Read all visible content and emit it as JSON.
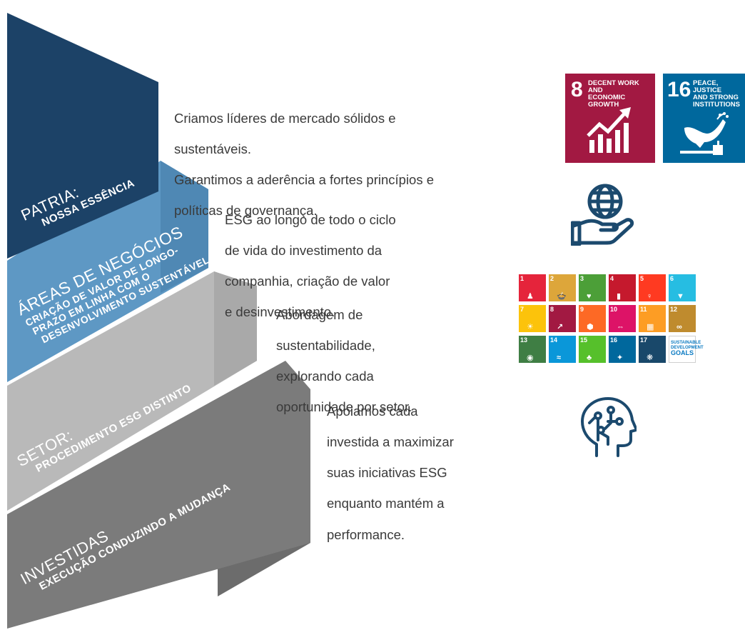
{
  "colors": {
    "tier1": "#1c4267",
    "tier2": "#5e98c4",
    "tier3": "#b9b9b9",
    "tier4": "#7b7b7b",
    "text": "#3a3a3a",
    "sdg8": "#a21942",
    "sdg16": "#00689d",
    "icon": "#1c4a6e"
  },
  "tiers": [
    {
      "title": "PATRIA:",
      "subtitle_lines": [
        "NOSSA ESSÊNCIA"
      ],
      "description_lines": [
        "Criamos líderes de mercado sólidos e",
        "sustentáveis.",
        "Garantimos a aderência a fortes princípios e",
        "políticas de governança."
      ]
    },
    {
      "title": "ÁREAS DE NEGÓCIOS",
      "subtitle_lines": [
        "CRIAÇÃO DE VALOR DE LONGO-",
        "PRAZO EM LINHA COM O",
        "DESENVOLVIMENTO SUSTENTÁVEL"
      ],
      "description_lines": [
        "ESG ao longo de todo o ciclo",
        "de vida do investimento da",
        "companhia, criação de valor",
        "e desinvestimento."
      ]
    },
    {
      "title": "SETOR:",
      "subtitle_lines": [
        "PROCEDIMENTO ESG DISTINTO"
      ],
      "description_lines": [
        "Abordagem de",
        "sustentabilidade,",
        "explorando cada",
        "oportunidade por setor."
      ]
    },
    {
      "title": "INVESTIDAS",
      "subtitle_lines": [
        "EXECUÇÃO CONDUZINDO A MUDANÇA"
      ],
      "description_lines": [
        "Apoiamos cada",
        "investida a maximizar",
        "suas iniciativas ESG",
        "enquanto mantém a",
        "performance."
      ]
    }
  ],
  "sdg_badges": [
    {
      "number": "8",
      "title_lines": [
        "DECENT WORK AND",
        "ECONOMIC GROWTH"
      ],
      "icon": "chart-growth-icon"
    },
    {
      "number": "16",
      "title_lines": [
        "PEACE, JUSTICE",
        "AND STRONG",
        "INSTITUTIONS"
      ],
      "icon": "dove-gavel-icon"
    }
  ],
  "sdg_grid": {
    "tiles": [
      {
        "n": "1",
        "color": "#e5243b"
      },
      {
        "n": "2",
        "color": "#dda63a"
      },
      {
        "n": "3",
        "color": "#4c9f38"
      },
      {
        "n": "4",
        "color": "#c5192d"
      },
      {
        "n": "5",
        "color": "#ff3a21"
      },
      {
        "n": "6",
        "color": "#26bde2"
      },
      {
        "n": "7",
        "color": "#fcc30b"
      },
      {
        "n": "8",
        "color": "#a21942"
      },
      {
        "n": "9",
        "color": "#fd6925"
      },
      {
        "n": "10",
        "color": "#dd1367"
      },
      {
        "n": "11",
        "color": "#fd9d24"
      },
      {
        "n": "12",
        "color": "#bf8b2e"
      },
      {
        "n": "13",
        "color": "#3f7e44"
      },
      {
        "n": "14",
        "color": "#0a97d9"
      },
      {
        "n": "15",
        "color": "#56c02b"
      },
      {
        "n": "16",
        "color": "#00689d"
      },
      {
        "n": "17",
        "color": "#19486a"
      }
    ],
    "logo_lines": [
      "SUSTAINABLE",
      "DEVELOPMENT",
      "GOALS"
    ]
  },
  "icons": [
    "globe-hand-icon",
    "sdg-grid-icon",
    "ai-head-icon"
  ]
}
